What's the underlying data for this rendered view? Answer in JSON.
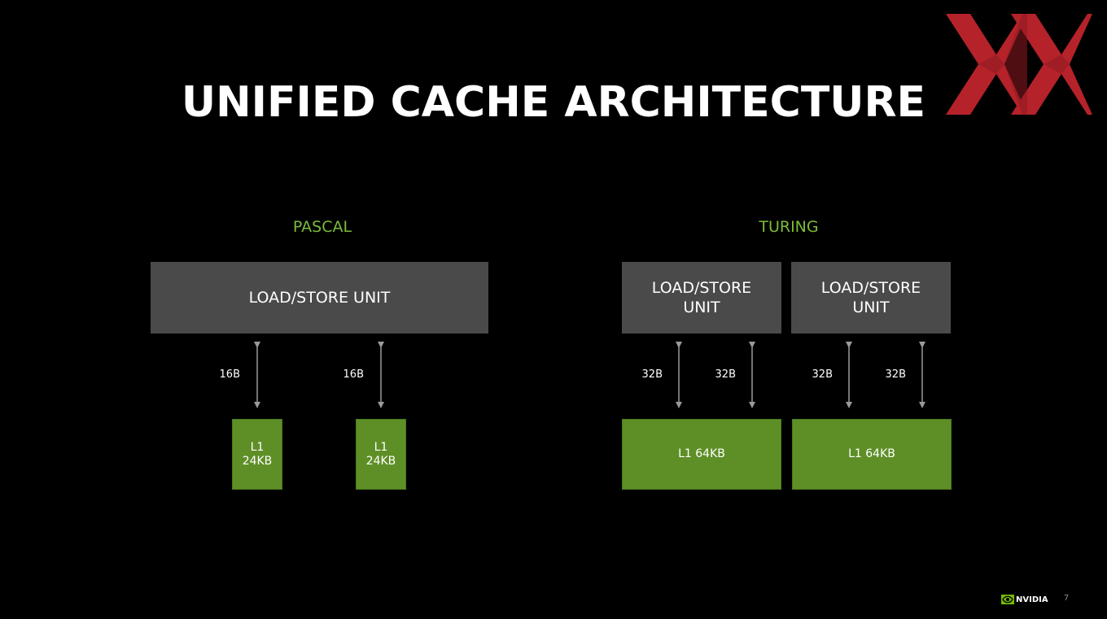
{
  "slide": {
    "title": "UNIFIED CACHE ARCHITECTURE",
    "page_number": "7",
    "brand": "NVIDIA",
    "accent_color": "#76b900"
  },
  "pascal": {
    "label": "PASCAL",
    "load_store": "LOAD/STORE UNIT",
    "links": [
      {
        "bandwidth": "16B"
      },
      {
        "bandwidth": "16B"
      }
    ],
    "caches": [
      {
        "line1": "L1",
        "line2": "24KB"
      },
      {
        "line1": "L1",
        "line2": "24KB"
      }
    ]
  },
  "turing": {
    "label": "TURING",
    "units": [
      {
        "line1": "LOAD/STORE",
        "line2": "UNIT",
        "links": [
          "32B",
          "32B"
        ],
        "cache": "L1 64KB"
      },
      {
        "line1": "LOAD/STORE",
        "line2": "UNIT",
        "links": [
          "32B",
          "32B"
        ],
        "cache": "L1 64KB"
      }
    ]
  },
  "icons": {
    "watermark": "xx-logo-icon",
    "brand_logo": "nvidia-eye-icon",
    "connector": "double-arrow-icon"
  },
  "colors": {
    "background": "#000000",
    "unit_box": "#4a4a4a",
    "cache_box": "#5e8f27",
    "label_green": "#7cbb3a",
    "watermark_red": "#b5222a"
  }
}
